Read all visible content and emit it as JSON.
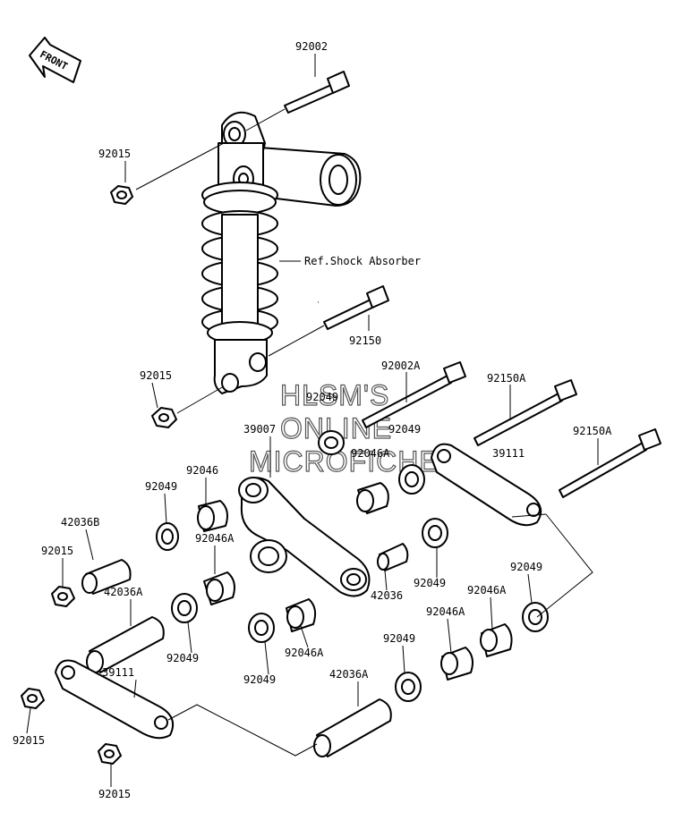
{
  "front_arrow": {
    "label": "FRONT"
  },
  "watermark": {
    "line1": "HLSM'S",
    "line2": "ONLINE",
    "line3": "MICROFICHE"
  },
  "callouts": {
    "bolt_top": "92002",
    "nut_top": "92015",
    "ref_shock": "Ref.Shock Absorber",
    "bolt_lower_shock": "92150",
    "nut_mid": "92015",
    "bolt_92002a": "92002A",
    "collar_center": "92049",
    "lever_39007": "39007",
    "collar_92049_b": "92049",
    "bearing_92046a_top": "92046A",
    "rod_right": "39111",
    "bolt_92150a_1": "92150A",
    "bolt_92150a_2": "92150A",
    "bearing_92046": "92046",
    "collar_left_1": "92049",
    "sleeve_42036b": "42036B",
    "bearing_92046a_left": "92046A",
    "nut_left": "92015",
    "sleeve_42036a_left": "42036A",
    "collar_left_2": "92049",
    "collar_left_3": "92049",
    "bearing_92046a_mid": "92046A",
    "sleeve_42036": "42036",
    "collar_right_1": "92049",
    "collar_right_2": "92049",
    "bearing_92046a_right_1": "92046A",
    "bearing_92046a_right_2": "92046A",
    "collar_right_3": "92049",
    "sleeve_42036a_bottom": "42036A",
    "rod_left": "39111",
    "nut_bottom_1": "92015",
    "nut_bottom_2": "92015"
  }
}
